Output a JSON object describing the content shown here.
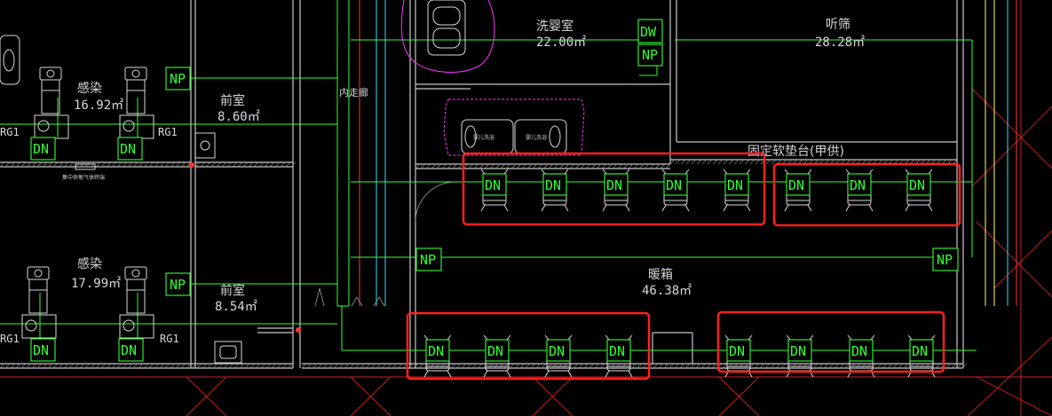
{
  "colors": {
    "highlight": "#ff2020",
    "pipe": "#33ff33",
    "wall": "#c8c8c8",
    "grid": "#d42020",
    "magenta": "#ff33ff"
  },
  "rooms": {
    "infect_top": {
      "name": "感染",
      "area": "16.92㎡"
    },
    "anteroom_top": {
      "name": "前室",
      "area": "8.60㎡"
    },
    "corridor": {
      "name": "内走廊"
    },
    "bath": {
      "name": "洗婴室",
      "area": "22.00㎡"
    },
    "listen": {
      "name": "听筛",
      "area": "28.28㎡"
    },
    "fixed": {
      "name": "固定软垫台(甲供)"
    },
    "warm": {
      "name": "暖箱",
      "area": "46.38㎡"
    },
    "infect_bottom": {
      "name": "感染",
      "area": "17.99㎡"
    },
    "anteroom_bottom": {
      "name": "前室",
      "area": "8.54㎡"
    }
  },
  "tags": {
    "np": "NP",
    "dn": "DN",
    "dw": "DW",
    "rg1": "RG1",
    "rg": "RG1"
  },
  "fixtures": {
    "baby_bath_1": "婴儿洗浴",
    "baby_bath_2": "婴儿洗浴",
    "note": "集中供氧气体终端"
  }
}
